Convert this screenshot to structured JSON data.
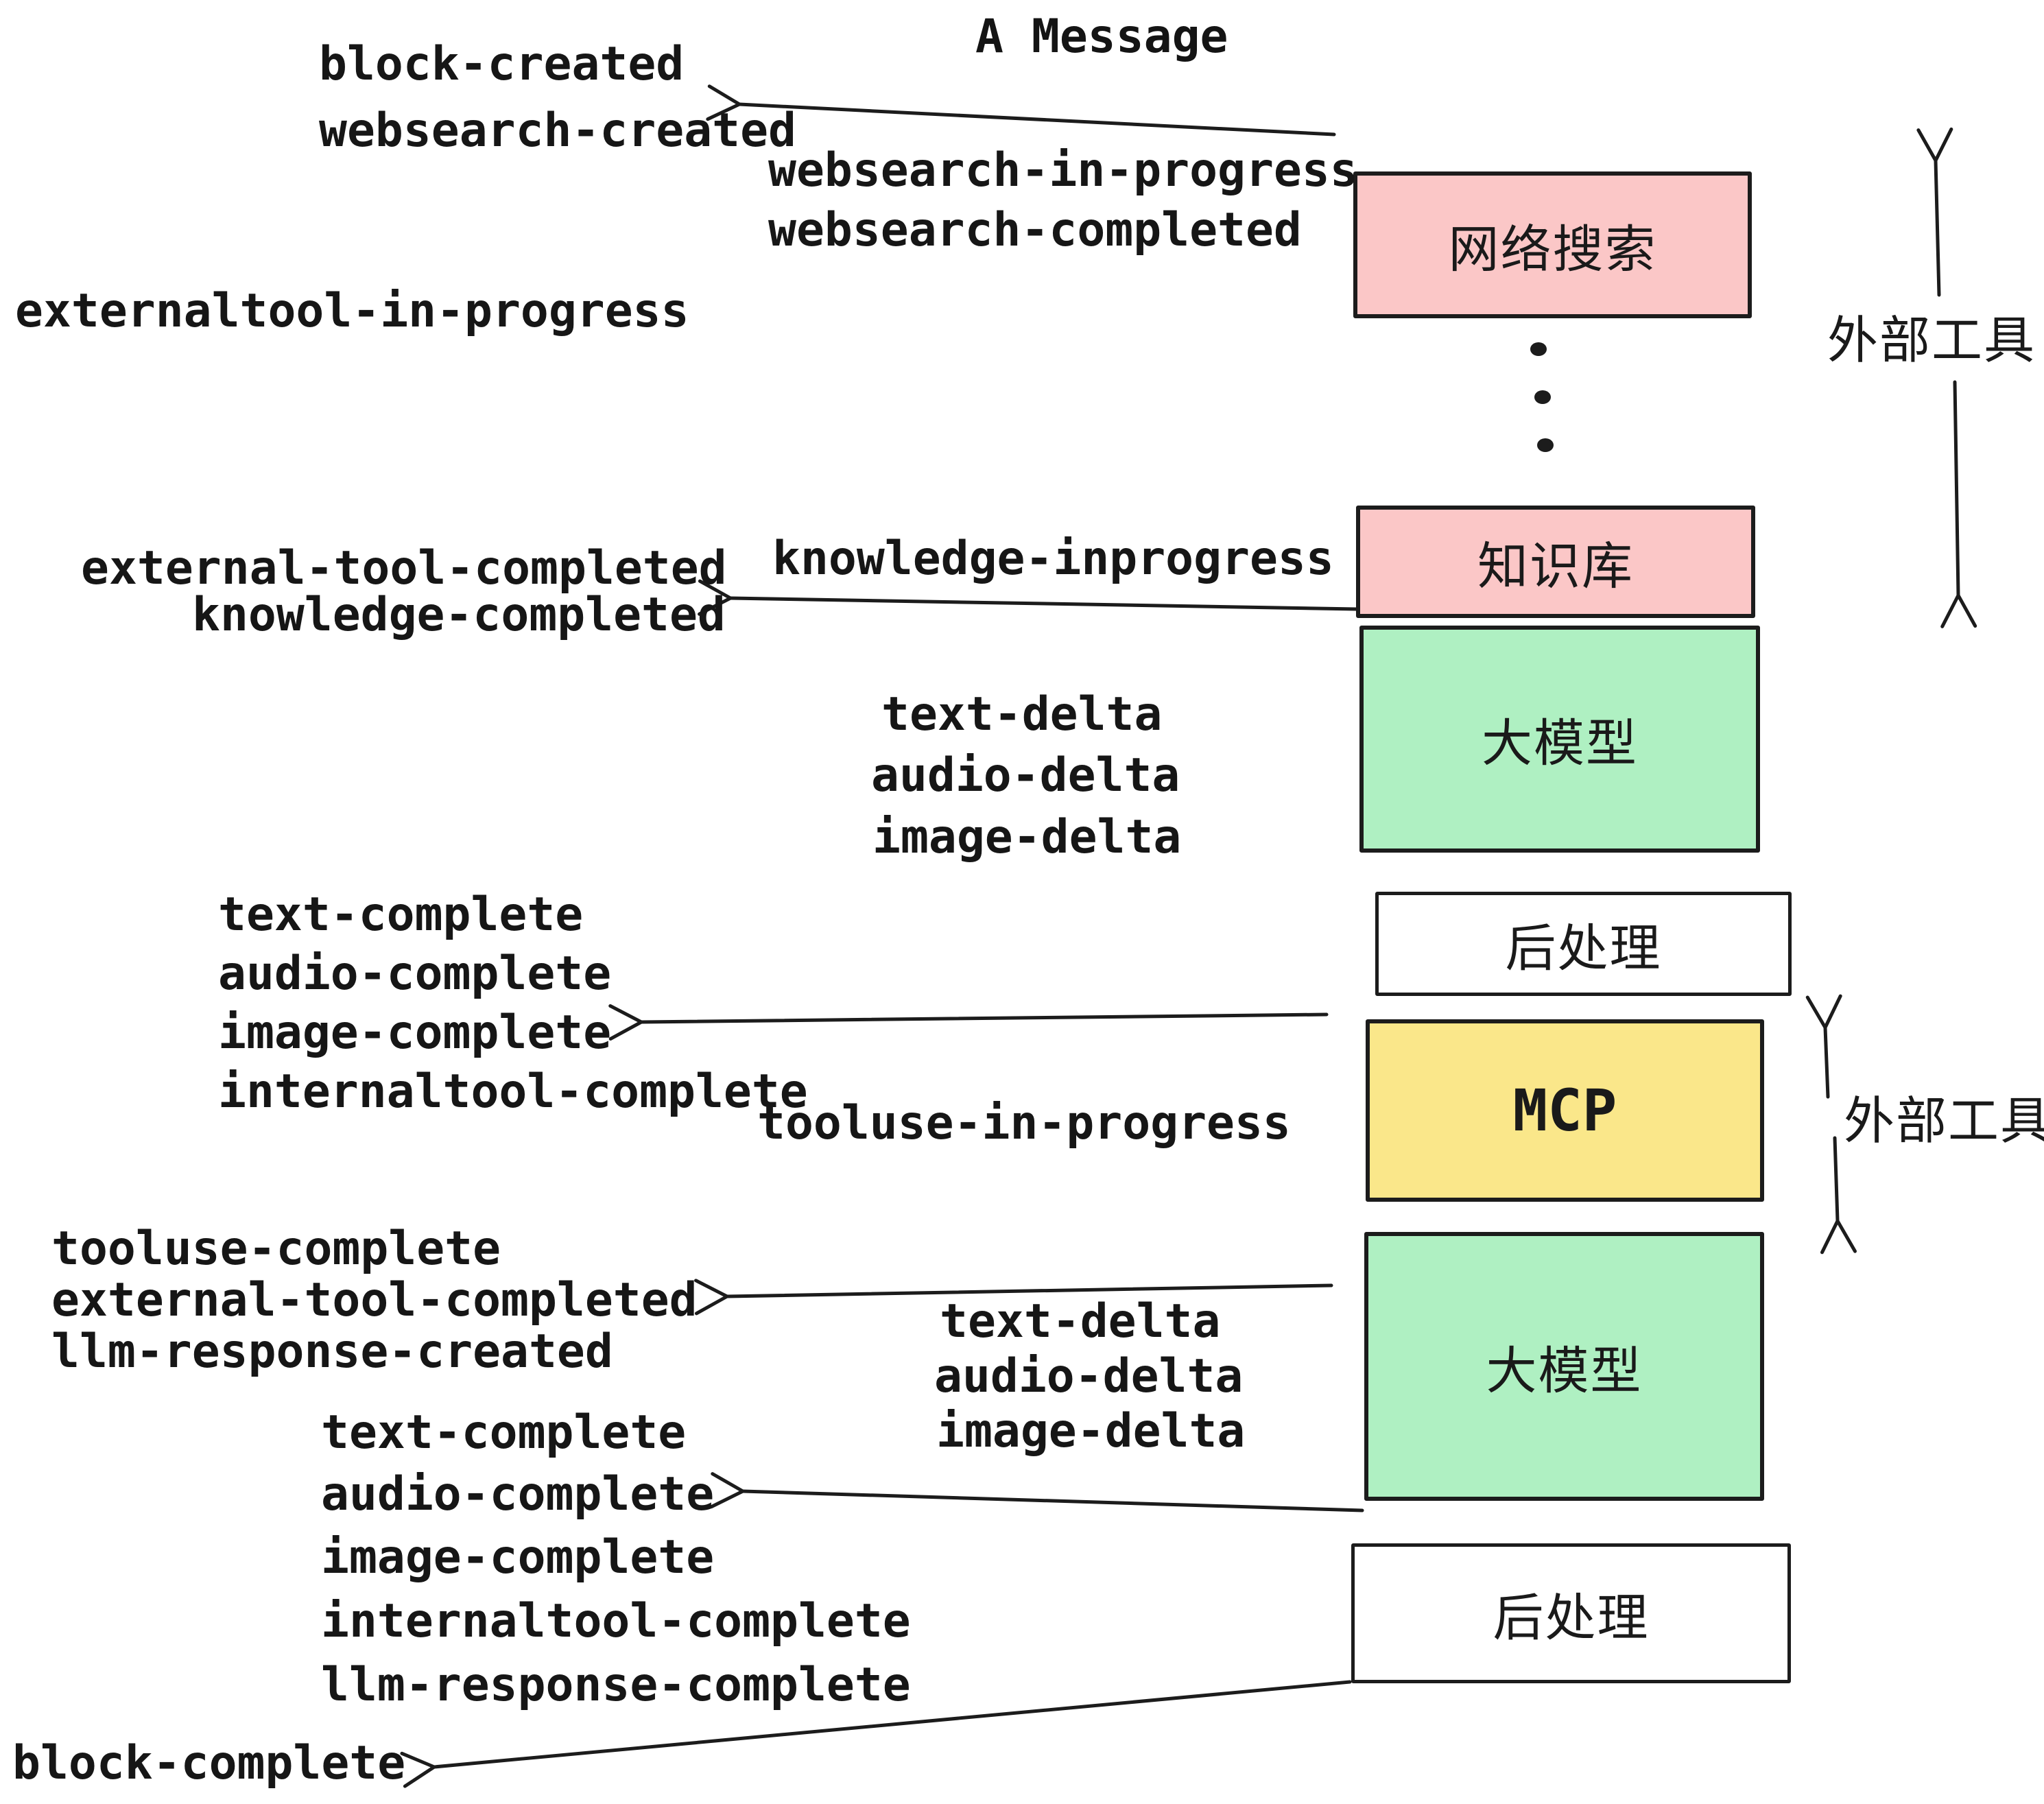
{
  "title": "A Message",
  "colors": {
    "pink": "#FBC7C7",
    "green": "#AFF0C2",
    "yellow": "#FAE78A",
    "white": "#FFFFFF",
    "line": "#1C1C1C"
  },
  "pipeline": {
    "web_search": "网络搜索",
    "knowledge_base": "知识库",
    "llm_1": "大模型",
    "post_process_1": "后处理",
    "mcp": "MCP",
    "llm_2": "大模型",
    "post_process_2": "后处理"
  },
  "side": {
    "external_tools_top": "外部工具",
    "external_tools_mid": "外部工具"
  },
  "events": {
    "block_created": "block-created",
    "websearch_created": "websearch-created",
    "websearch_in_progress": "websearch-in-progress",
    "websearch_completed": "websearch-completed",
    "externaltool_in_progress": "externaltool-in-progress",
    "knowledge_inprogress": "knowledge-inprogress",
    "external_tool_completed_1": "external-tool-completed",
    "knowledge_completed": "knowledge-completed",
    "text_delta_1": "text-delta",
    "audio_delta_1": "audio-delta",
    "image_delta_1": "image-delta",
    "text_complete_1": "text-complete",
    "audio_complete_1": "audio-complete",
    "image_complete_1": "image-complete",
    "internaltool_complete_1": "internaltool-complete",
    "tooluse_in_progress": "tooluse-in-progress",
    "tooluse_complete": "tooluse-complete",
    "external_tool_completed_2": "external-tool-completed",
    "llm_response_created": "llm-response-created",
    "text_delta_2": "text-delta",
    "audio_delta_2": "audio-delta",
    "image_delta_2": "image-delta",
    "text_complete_2": "text-complete",
    "audio_complete_2": "audio-complete",
    "image_complete_2": "image-complete",
    "internaltool_complete_2": "internaltool-complete",
    "llm_response_complete": "llm-response-complete",
    "block_complete": "block-complete"
  }
}
